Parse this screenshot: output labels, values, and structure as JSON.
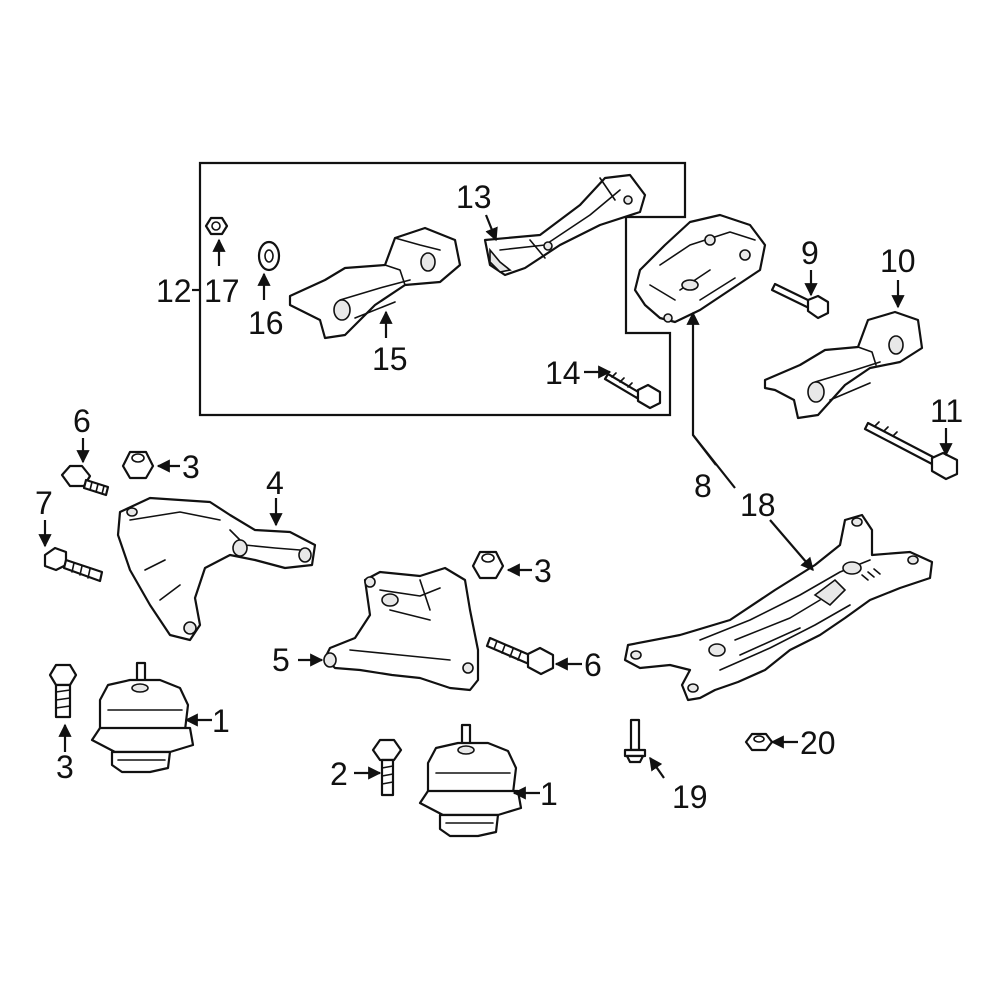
{
  "callouts": [
    {
      "label": "1"
    },
    {
      "label": "1"
    },
    {
      "label": "2"
    },
    {
      "label": "3"
    },
    {
      "label": "3"
    },
    {
      "label": "3"
    },
    {
      "label": "4"
    },
    {
      "label": "5"
    },
    {
      "label": "6"
    },
    {
      "label": "6"
    },
    {
      "label": "7"
    },
    {
      "label": "8"
    },
    {
      "label": "9"
    },
    {
      "label": "10"
    },
    {
      "label": "11"
    },
    {
      "label": "12"
    },
    {
      "label": "13"
    },
    {
      "label": "14"
    },
    {
      "label": "15"
    },
    {
      "label": "16"
    },
    {
      "label": "17"
    },
    {
      "label": "18"
    },
    {
      "label": "19"
    },
    {
      "label": "20"
    }
  ],
  "icons": {
    "engine_mount": "engine-mount-icon",
    "bolt": "bolt-icon",
    "nut": "flange-nut-icon",
    "bracket": "bracket-icon",
    "crossmember": "crossmember-icon",
    "insulator": "insulator-icon",
    "washer": "washer-icon"
  },
  "colors": {
    "line": "#111111",
    "background": "#ffffff"
  }
}
